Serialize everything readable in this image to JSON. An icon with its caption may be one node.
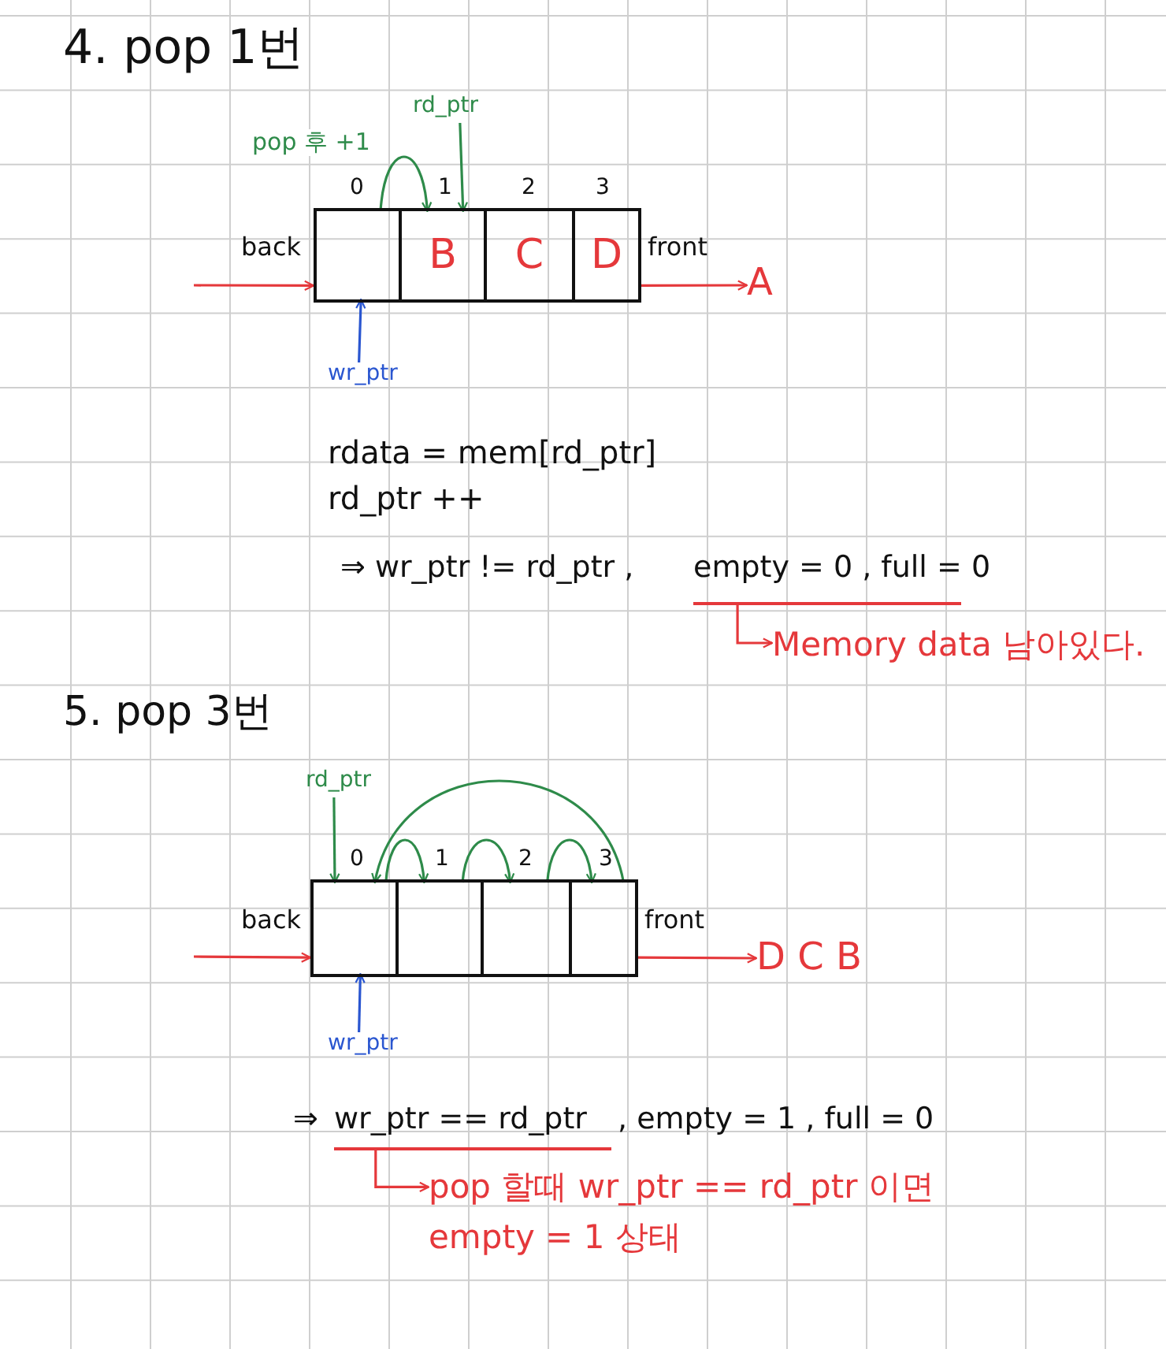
{
  "diagram": {
    "nodes": [
      {
        "text": [],
        "shape": "box"
      },
      {
        "text": [],
        "shape": "box",
        "in": 0,
        "beside": [
          "0"
        ]
      },
      {
        "text": [
          "B"
        ],
        "in": 0,
        "beside": [
          "1"
        ]
      },
      {
        "text": [
          "C"
        ],
        "in": 0,
        "beside": [
          "2"
        ]
      },
      {
        "text": [
          "D"
        ],
        "in": 0,
        "beside": [
          "3"
        ]
      },
      {
        "text": [
          "A"
        ]
      },
      {
        "text": [
          "rd_ptr"
        ]
      },
      {
        "text": [
          "wr_ptr"
        ]
      },
      {
        "text": [
          "empty = 0 , full = 0"
        ],
        "beside": [
          "⇒ wr_ptr != rd_ptr ,"
        ]
      },
      {
        "text": [
          "Memory data 남아있다."
        ]
      },
      {
        "text": [],
        "shape": "box"
      },
      {
        "text": [],
        "shape": "box",
        "in": 10,
        "beside": [
          "0"
        ]
      },
      {
        "text": [],
        "shape": "box",
        "in": 10,
        "beside": [
          "1"
        ]
      },
      {
        "text": [],
        "shape": "box",
        "in": 10,
        "beside": [
          "2"
        ]
      },
      {
        "text": [],
        "shape": "box",
        "in": 10,
        "beside": [
          "3"
        ]
      },
      {
        "text": [
          "D C B"
        ]
      },
      {
        "text": [
          "rd_ptr"
        ]
      },
      {
        "text": [
          "wr_ptr"
        ]
      },
      {
        "text": [
          "wr_ptr == rd_ptr"
        ],
        "beside": [
          "⇒",
          ", empty = 1 , full = 0"
        ]
      },
      {
        "text": [
          "pop 할때 wr_ptr == rd_ptr 이면 empty = 1 상태"
        ]
      }
    ],
    "edges": [
      {
        "from": null,
        "to": 0,
        "arrow": "to",
        "color": "#e5383b"
      },
      {
        "from": 0,
        "to": 5,
        "arrow": "to",
        "color": "#e5383b"
      },
      {
        "from": 6,
        "to": 2,
        "arrow": "to",
        "color": "#2e8b4a"
      },
      {
        "from": 1,
        "to": 2,
        "arrow": "to",
        "label": "pop 후 +1",
        "color": "#2e8b4a"
      },
      {
        "from": 7,
        "to": 1,
        "arrow": "to",
        "color": "#2a56d0"
      },
      {
        "from": 8,
        "to": 9,
        "arrow": "to",
        "color": "#e5383b"
      },
      {
        "from": null,
        "to": 10,
        "arrow": "to",
        "color": "#e5383b"
      },
      {
        "from": 10,
        "to": 15,
        "arrow": "to",
        "color": "#e5383b"
      },
      {
        "from": 16,
        "to": 11,
        "arrow": "to",
        "color": "#2e8b4a"
      },
      {
        "from": 11,
        "to": 12,
        "arrow": "to",
        "color": "#2e8b4a"
      },
      {
        "from": 12,
        "to": 13,
        "arrow": "to",
        "color": "#2e8b4a"
      },
      {
        "from": 13,
        "to": 14,
        "arrow": "to",
        "color": "#2e8b4a"
      },
      {
        "from": 14,
        "to": 11,
        "arrow": "to",
        "color": "#2e8b4a"
      },
      {
        "from": 17,
        "to": 11,
        "arrow": "to",
        "color": "#2a56d0"
      },
      {
        "from": 18,
        "to": 19,
        "arrow": "to",
        "color": "#e5383b"
      }
    ],
    "labels": [
      "4. pop 1번",
      "back",
      "front",
      "rdata = mem[rd_ptr]",
      "rd_ptr ++",
      "5. pop 3번",
      "back",
      "front"
    ]
  }
}
